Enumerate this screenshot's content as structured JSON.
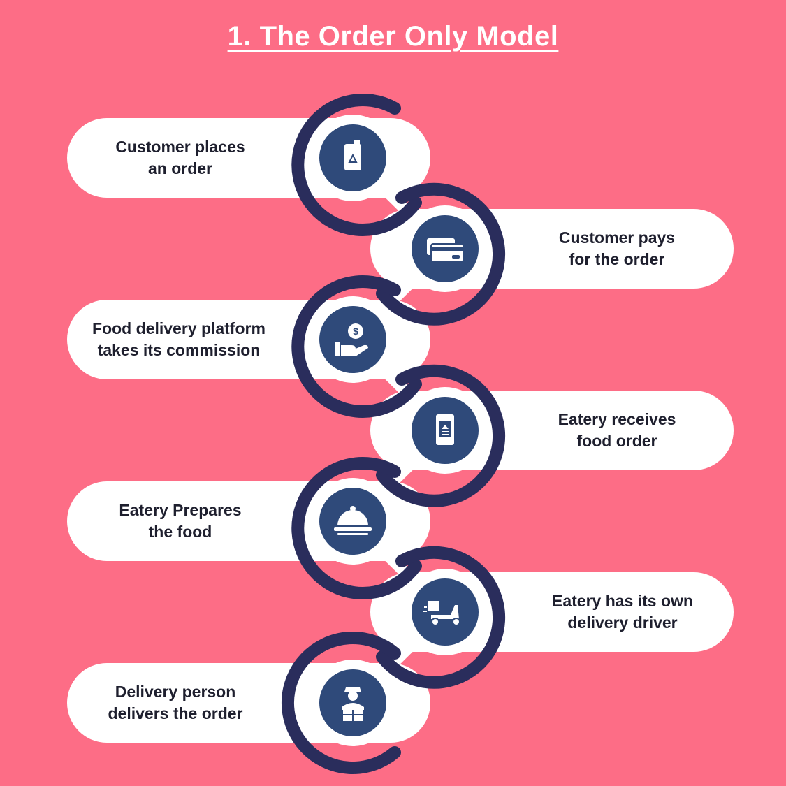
{
  "title": "1. The Order Only Model",
  "colors": {
    "background": "#fd6d86",
    "navy": "#2a2d5c",
    "icon_fill": "#2f4a7a",
    "card": "#ffffff",
    "text": "#1e1f2e"
  },
  "steps": [
    {
      "label": "Customer places\nan order",
      "icon": "mobile-order-icon",
      "side": "left"
    },
    {
      "label": "Customer pays\nfor the order",
      "icon": "credit-card-icon",
      "side": "right"
    },
    {
      "label": "Food delivery platform\ntakes its commission",
      "icon": "hand-coin-icon",
      "side": "left"
    },
    {
      "label": "Eatery receives\nfood order",
      "icon": "mobile-receipt-icon",
      "side": "right"
    },
    {
      "label": "Eatery Prepares\nthe food",
      "icon": "food-cloche-icon",
      "side": "left"
    },
    {
      "label": "Eatery has its own\ndelivery driver",
      "icon": "delivery-scooter-icon",
      "side": "right"
    },
    {
      "label": "Delivery person\ndelivers the order",
      "icon": "delivery-person-icon",
      "side": "left"
    }
  ]
}
